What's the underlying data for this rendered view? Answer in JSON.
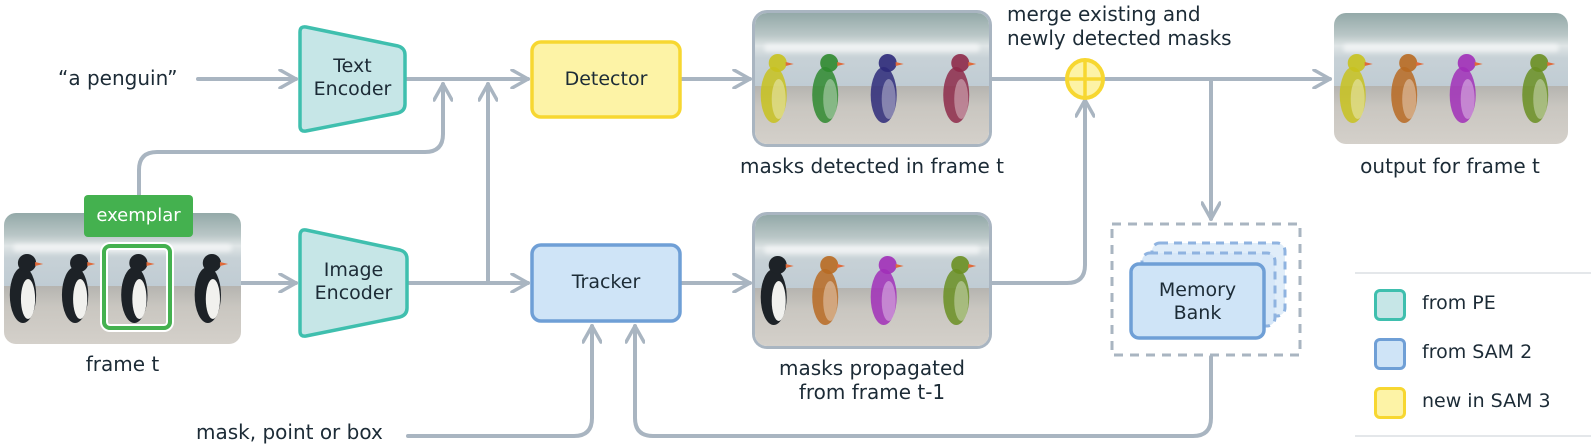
{
  "colors": {
    "connector": "#a9b5c1",
    "pe_fill": "#c6e6e7",
    "pe_stroke": "#3fbfae",
    "sam2_fill": "#cfe4f7",
    "sam2_stroke": "#6f9fd6",
    "sam3_fill": "#fdf3a6",
    "sam3_stroke": "#f7d731",
    "exemplar_green": "#44b14f"
  },
  "inputs": {
    "text_prompt": "“a penguin”",
    "visual_prompt": "mask, point or box"
  },
  "frame": {
    "caption": "frame t",
    "exemplar_label": "exemplar"
  },
  "modules": {
    "text_encoder": [
      "Text",
      "Encoder"
    ],
    "image_encoder": [
      "Image",
      "Encoder"
    ],
    "detector": "Detector",
    "tracker": "Tracker",
    "memory_bank": [
      "Memory",
      "Bank"
    ]
  },
  "images": {
    "detected": {
      "caption": "masks detected in frame t",
      "mask_colors": [
        "#c8c21e",
        "#c43a3a",
        "#2f8a2f",
        "#2e2a7a",
        "#8e2a4a",
        "#2c7a5a"
      ]
    },
    "propagated": {
      "caption": [
        "masks propagated",
        "from frame t-1"
      ],
      "mask_colors": [
        "#b86a22",
        "#a12fb8",
        "#6a8f22",
        "#2a4fb0"
      ]
    },
    "output": {
      "caption": "output for frame t",
      "mask_colors": [
        "#c8c21e",
        "#c43a3a",
        "#b86a22",
        "#a12fb8",
        "#6a8f22",
        "#2a4fb0"
      ]
    }
  },
  "merge": {
    "label": [
      "merge existing and",
      "newly detected masks"
    ]
  },
  "legend": {
    "items": [
      {
        "label": "from PE",
        "key": "pe"
      },
      {
        "label": "from SAM 2",
        "key": "sam2"
      },
      {
        "label": "new in SAM 3",
        "key": "sam3"
      }
    ]
  }
}
